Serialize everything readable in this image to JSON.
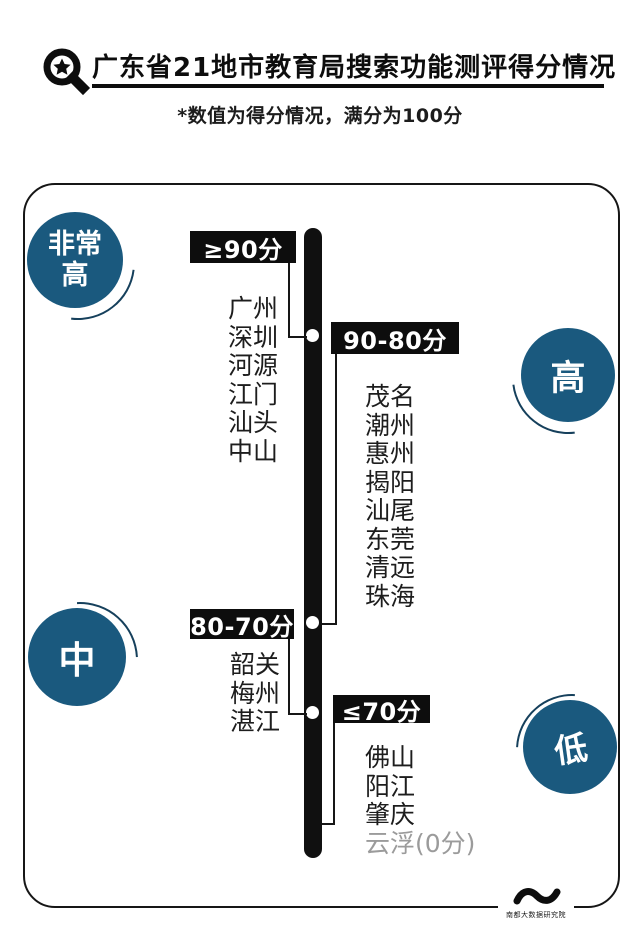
{
  "header": {
    "title": "广东省21地市教育局搜索功能测评得分情况",
    "subtitle": "*数值为得分情况，满分为100分"
  },
  "tiers": {
    "very_high": "非常高",
    "high": "高",
    "medium": "中",
    "low": "低"
  },
  "panel": {
    "groups": [
      {
        "range": "≥90分",
        "cities": [
          "广州",
          "深圳",
          "河源",
          "江门",
          "汕头",
          "中山"
        ]
      },
      {
        "range": "90-80分",
        "cities": [
          "茂名",
          "潮州",
          "惠州",
          "揭阳",
          "汕尾",
          "东莞",
          "清远",
          "珠海"
        ]
      },
      {
        "range": "80-70分",
        "cities": [
          "韶关",
          "梅州",
          "湛江"
        ]
      },
      {
        "range": "≤70分",
        "cities": [
          "佛山",
          "阳江",
          "肇庆",
          "云浮(0分)"
        ],
        "muted_index": 3
      }
    ]
  },
  "footer": {
    "logo_text": "南都大数据研究院"
  },
  "colors": {
    "tier_blue": "#1a597e",
    "bar_black": "#101010",
    "muted_gray": "#9b9b9b",
    "label_bg": "#0d0d0d",
    "label_text": "#ffffff"
  },
  "chart_data": {
    "type": "table",
    "title": "广东省21地市教育局搜索功能测评得分情况",
    "note": "*数值为得分情况，满分为100分",
    "max_score": 100,
    "tiers": [
      {
        "tier": "非常高",
        "range": "≥90分",
        "cities": [
          "广州",
          "深圳",
          "河源",
          "江门",
          "汕头",
          "中山"
        ]
      },
      {
        "tier": "高",
        "range": "90-80分",
        "cities": [
          "茂名",
          "潮州",
          "惠州",
          "揭阳",
          "汕尾",
          "东莞",
          "清远",
          "珠海"
        ]
      },
      {
        "tier": "中",
        "range": "80-70分",
        "cities": [
          "韶关",
          "梅州",
          "湛江"
        ]
      },
      {
        "tier": "低",
        "range": "≤70分",
        "cities": [
          "佛山",
          "阳江",
          "肇庆",
          "云浮"
        ],
        "annotations": {
          "云浮": "0分"
        }
      }
    ],
    "layout": "vertical-axis infographic, labels alternate left/right of central bar"
  }
}
